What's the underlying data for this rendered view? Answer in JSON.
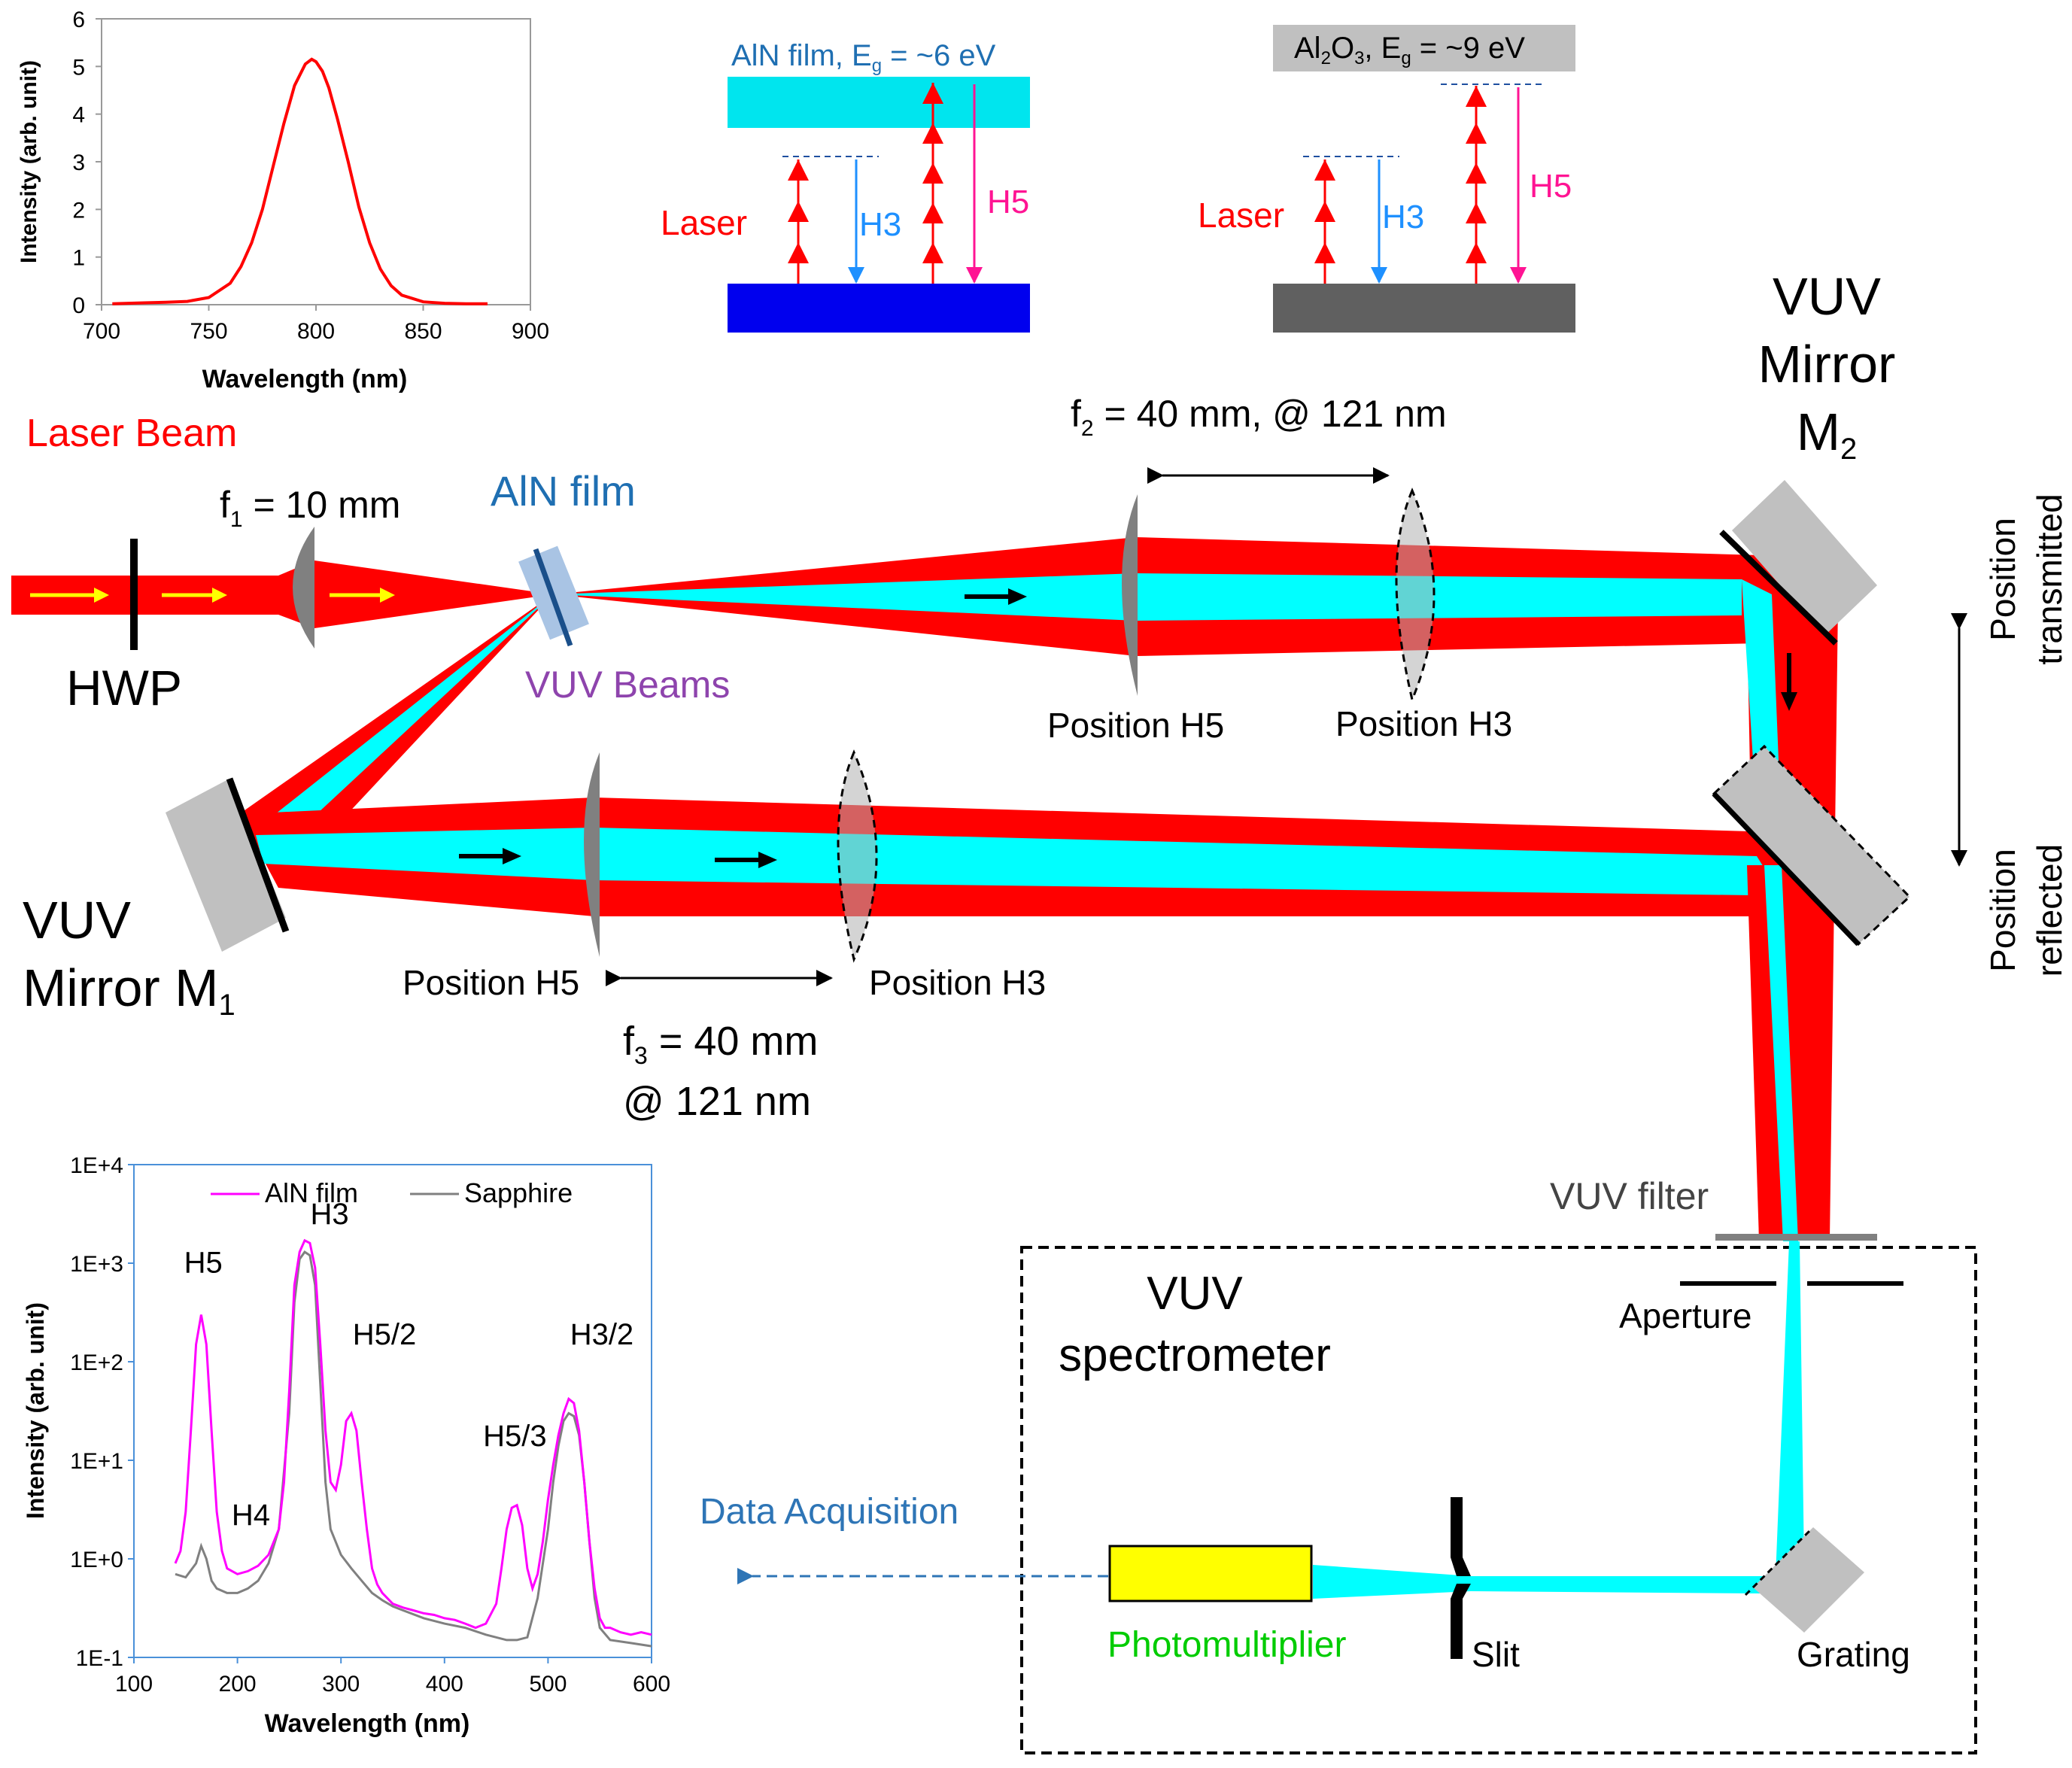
{
  "colors": {
    "laser": "#ff0000",
    "vuv": "#00ffff",
    "aln_band": "#00e5ee",
    "aln_substrate": "#0000ee",
    "al2o3_substrate": "#606060",
    "al2o3_box": "#c0c0c0",
    "h3_arrow": "#1e90ff",
    "h5_arrow": "#ff1493",
    "mirror": "#c0c0c0",
    "lens": "#808080",
    "pmt": "#ffff00",
    "aln_label": "#1f6fb2",
    "vuv_beams_label": "#8e44ad",
    "data_acq": "#2e75b6",
    "pmt_label": "#00cc00",
    "curve_aln": "#ff00ff",
    "curve_sapphire": "#808080",
    "laser_curve": "#ff0000",
    "axis_frame": "#4a90d9"
  },
  "labels": {
    "laser_beam": "Laser Beam",
    "hwp": "HWP",
    "f1_prefix": "f",
    "f1_sub": "1",
    "f1_rest": " = 10 mm",
    "aln_film": "AlN film",
    "vuv_beams": "VUV Beams",
    "f2_prefix": "f",
    "f2_sub": "2",
    "f2_rest": " = 40 mm, @ 121 nm",
    "vuv": "VUV",
    "mirror": "Mirror",
    "m2_prefix": "M",
    "m2_sub": "2",
    "mirror_m1_prefix": "Mirror M",
    "m1_sub": "1",
    "pos_h5": "Position H5",
    "pos_h3": "Position H3",
    "f3_prefix": "f",
    "f3_sub": "3",
    "f3_rest": " = 40 mm",
    "f3_line2": "@ 121 nm",
    "position": "Position",
    "transmitted": "transmitted",
    "reflected": "reflected",
    "vuv_filter": "VUV filter",
    "aperture": "Aperture",
    "vuv_spectrometer_1": "VUV",
    "vuv_spectrometer_2": "spectrometer",
    "data_acquisition": "Data Acquisition",
    "photomultiplier": "Photomultiplier",
    "slit": "Slit",
    "grating": "Grating"
  },
  "energy_diagrams": {
    "aln": {
      "title_a": "AlN film, E",
      "title_sub": "g",
      "title_b": " = ~6 eV",
      "laser": "Laser",
      "h3": "H3",
      "h5": "H5"
    },
    "al2o3": {
      "title_a": "Al",
      "title_s1": "2",
      "title_b": "O",
      "title_s2": "3",
      "title_c": ", E",
      "title_s3": "g",
      "title_d": " = ~9 eV",
      "laser": "Laser",
      "h3": "H3",
      "h5": "H5"
    }
  },
  "chart_data": [
    {
      "type": "line",
      "xlabel": "Wavelength (nm)",
      "ylabel": "Intensity (arb. unit)",
      "xlim": [
        700,
        900
      ],
      "ylim": [
        0,
        6
      ],
      "xticks": [
        700,
        750,
        800,
        850,
        900
      ],
      "yticks": [
        0,
        1,
        2,
        3,
        4,
        5,
        6
      ],
      "grid": false,
      "series": [
        {
          "x": [
            705,
            720,
            730,
            740,
            750,
            760,
            765,
            770,
            775,
            780,
            785,
            790,
            795,
            798,
            800,
            803,
            806,
            810,
            815,
            820,
            825,
            830,
            835,
            840,
            850,
            860,
            870,
            880
          ],
          "y": [
            0.02,
            0.04,
            0.05,
            0.07,
            0.15,
            0.45,
            0.8,
            1.3,
            2.0,
            2.9,
            3.8,
            4.6,
            5.05,
            5.15,
            5.1,
            4.9,
            4.55,
            3.9,
            3.0,
            2.05,
            1.3,
            0.75,
            0.4,
            0.2,
            0.06,
            0.03,
            0.02,
            0.02
          ]
        }
      ]
    },
    {
      "type": "line",
      "xlabel": "Wavelength (nm)",
      "ylabel": "Intensity (arb. unit)",
      "xlim": [
        100,
        600
      ],
      "yscale": "log",
      "ylim": [
        0.1,
        10000
      ],
      "xticks": [
        100,
        200,
        300,
        400,
        500,
        600
      ],
      "ytick_labels": [
        "1E-1",
        "1E+0",
        "1E+1",
        "1E+2",
        "1E+3",
        "1E+4"
      ],
      "legend": "top",
      "grid": false,
      "peak_labels": [
        {
          "text": "H5",
          "x": 167,
          "y": 800
        },
        {
          "text": "H4",
          "x": 213,
          "y": 2.2
        },
        {
          "text": "H3",
          "x": 289,
          "y": 2500
        },
        {
          "text": "H5/2",
          "x": 342,
          "y": 150
        },
        {
          "text": "H5/3",
          "x": 468,
          "y": 14
        },
        {
          "text": "H3/2",
          "x": 552,
          "y": 150
        }
      ],
      "series": [
        {
          "name": "AlN film",
          "x": [
            140,
            145,
            150,
            155,
            160,
            165,
            170,
            175,
            180,
            185,
            190,
            200,
            210,
            220,
            230,
            240,
            245,
            250,
            255,
            260,
            265,
            270,
            275,
            280,
            285,
            290,
            295,
            300,
            305,
            310,
            315,
            320,
            325,
            330,
            335,
            340,
            350,
            360,
            370,
            380,
            390,
            400,
            410,
            420,
            430,
            440,
            450,
            455,
            460,
            465,
            470,
            475,
            480,
            485,
            490,
            495,
            500,
            505,
            510,
            515,
            520,
            525,
            530,
            535,
            540,
            545,
            550,
            555,
            560,
            570,
            580,
            590,
            600
          ],
          "y": [
            0.9,
            1.2,
            3,
            20,
            150,
            300,
            150,
            20,
            3,
            1.2,
            0.8,
            0.7,
            0.75,
            0.85,
            1.1,
            2,
            6,
            50,
            600,
            1300,
            1700,
            1600,
            900,
            150,
            20,
            6,
            5,
            9,
            25,
            30,
            20,
            6,
            2,
            0.8,
            0.55,
            0.45,
            0.35,
            0.32,
            0.3,
            0.28,
            0.27,
            0.25,
            0.24,
            0.22,
            0.2,
            0.22,
            0.35,
            0.8,
            2,
            3.3,
            3.5,
            2.2,
            0.8,
            0.5,
            0.7,
            1.5,
            4,
            9,
            18,
            30,
            42,
            38,
            20,
            6,
            1.5,
            0.5,
            0.25,
            0.2,
            0.2,
            0.18,
            0.17,
            0.18,
            0.17
          ]
        },
        {
          "name": "Sapphire",
          "x": [
            140,
            150,
            160,
            165,
            170,
            175,
            180,
            190,
            200,
            210,
            220,
            230,
            240,
            250,
            255,
            260,
            265,
            270,
            275,
            280,
            285,
            290,
            300,
            310,
            320,
            330,
            340,
            350,
            360,
            380,
            400,
            420,
            440,
            460,
            470,
            480,
            490,
            500,
            505,
            510,
            515,
            520,
            525,
            530,
            535,
            540,
            545,
            550,
            560,
            580,
            600
          ],
          "y": [
            0.7,
            0.65,
            0.9,
            1.35,
            1.0,
            0.6,
            0.5,
            0.45,
            0.45,
            0.5,
            0.6,
            0.9,
            2,
            30,
            400,
            1100,
            1300,
            1200,
            600,
            60,
            6,
            2,
            1.1,
            0.8,
            0.6,
            0.45,
            0.38,
            0.33,
            0.3,
            0.25,
            0.22,
            0.2,
            0.17,
            0.15,
            0.15,
            0.16,
            0.4,
            2,
            6,
            14,
            25,
            30,
            28,
            18,
            6,
            1.5,
            0.4,
            0.2,
            0.15,
            0.14,
            0.13
          ]
        }
      ]
    }
  ]
}
